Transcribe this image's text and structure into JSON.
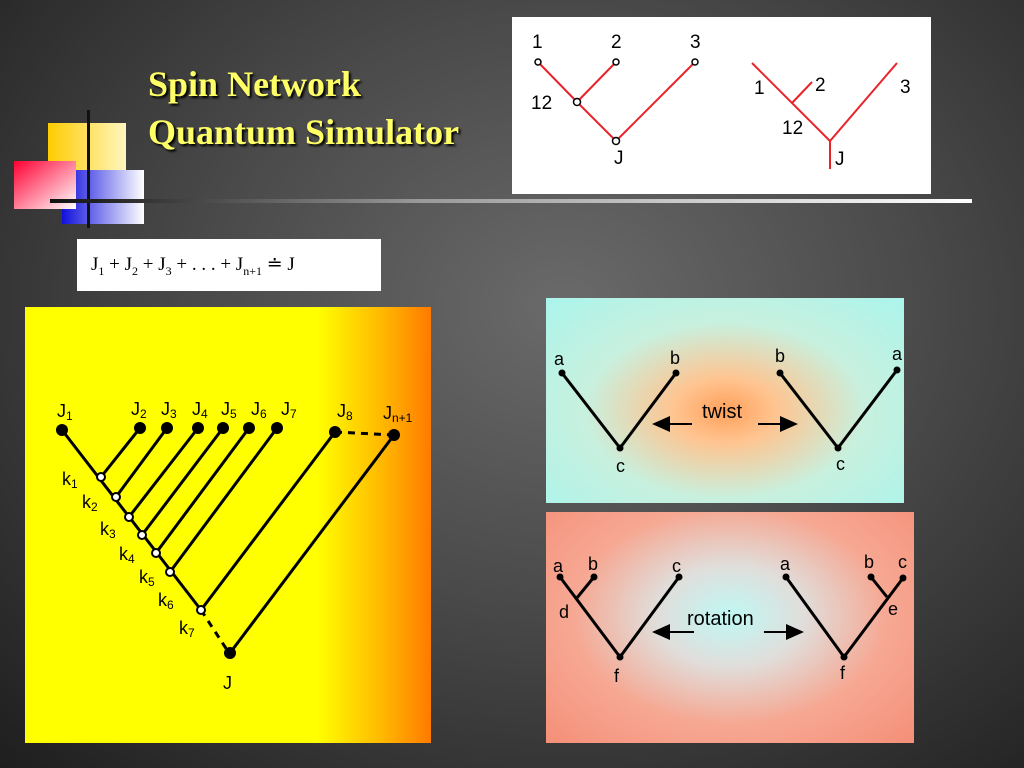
{
  "slide": {
    "title_line1": "Spin Network",
    "title_line2": "Quantum Simulator"
  },
  "equation": {
    "parts": [
      "J",
      "1",
      " + J",
      "2",
      " + J",
      "3",
      " + . . . + J",
      "n+1",
      "  ≐  J"
    ]
  },
  "top_diagram": {
    "left": {
      "labels": [
        "1",
        "2",
        "3",
        "12",
        "J"
      ]
    },
    "right": {
      "labels": [
        "1",
        "2",
        "3",
        "12",
        "J"
      ]
    }
  },
  "big_diagram": {
    "top_labels": [
      "J",
      "1",
      "J",
      "2",
      "J",
      "3",
      "J",
      "4",
      "J",
      "5",
      "J",
      "6",
      "J",
      "7",
      "J",
      "8",
      "J",
      "n+1"
    ],
    "k_labels": [
      "k",
      "1",
      "k",
      "2",
      "k",
      "3",
      "k",
      "4",
      "k",
      "5",
      "k",
      "6",
      "k",
      "7"
    ],
    "root_label": "J"
  },
  "twist_diagram": {
    "left": {
      "a": "a",
      "b": "b",
      "c": "c"
    },
    "right": {
      "a": "a",
      "b": "b",
      "c": "c"
    },
    "label": "twist"
  },
  "rotation_diagram": {
    "left": {
      "a": "a",
      "b": "b",
      "c": "c",
      "d": "d",
      "f": "f"
    },
    "right": {
      "a": "a",
      "b": "b",
      "c": "c",
      "e": "e",
      "f": "f"
    },
    "label": "rotation"
  },
  "colors": {
    "title": "#ffff66",
    "top_lines": "#e8232a",
    "yellow": "#ffff00",
    "orange": "#ff8c00",
    "cyan": "#aaf5ec",
    "salmon": "#f58f78"
  }
}
